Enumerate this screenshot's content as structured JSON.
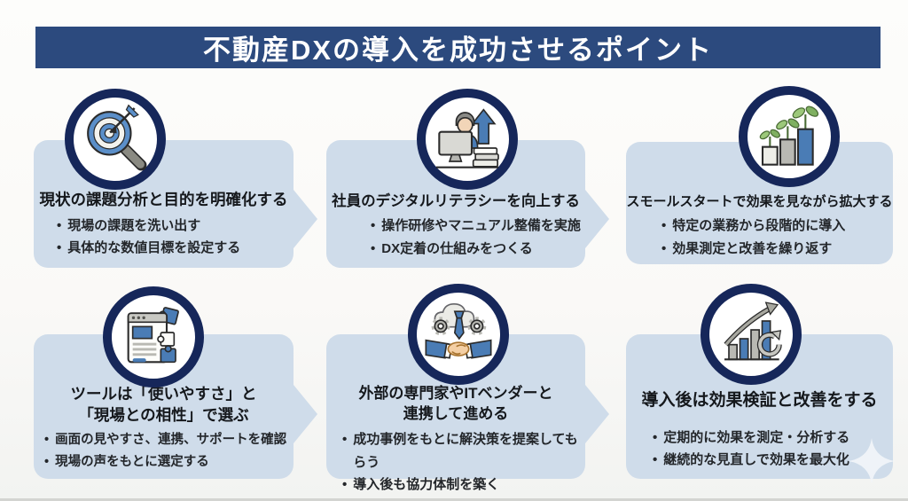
{
  "title": "不動産DXの導入を成功させるポイント",
  "ui": {
    "bullet_marker": "•"
  },
  "colors": {
    "banner_bg": "#2c4a7e",
    "title_text": "#ffffff",
    "card_bg": "#cfdcea",
    "icon_ring": "#16275a",
    "accent_blue": "#4a7cb5",
    "heading_text": "#15181c",
    "bullet_text": "#23262a"
  },
  "cards": [
    {
      "icon": "target-magnifier-icon",
      "h1": "現状の課題分析と目的を明確化する",
      "bullets": [
        "現場の課題を洗い出す",
        "具体的な数値目標を設定する"
      ]
    },
    {
      "icon": "employee-training-icon",
      "h1": "社員のデジタルリテラシーを向上する",
      "bullets": [
        "操作研修やマニュアル整備を実施",
        "DX定着の仕組みをつくる"
      ]
    },
    {
      "icon": "growth-steps-icon",
      "h1": "スモールスタートで効果を見ながら拡大する",
      "bullets": [
        "特定の業務から段階的に導入",
        "効果測定と改善を繰り返す"
      ]
    },
    {
      "icon": "tool-puzzle-icon",
      "h1": "ツールは「使いやすさ」と",
      "h2": "「現場との相性」で選ぶ",
      "bullets": [
        "画面の見やすさ、連携、サポートを確認",
        "現場の声をもとに選定する"
      ]
    },
    {
      "icon": "partnership-handshake-icon",
      "h1": "外部の専門家やITベンダーと",
      "h2": "連携して進める",
      "bullets": [
        "成功事例をもとに解決策を提案してもらう",
        "導入後も協力体制を築く"
      ]
    },
    {
      "icon": "improvement-chart-icon",
      "h1": "導入後は効果検証と改善をする",
      "bullets": [
        "定期的に効果を測定・分析する",
        "継続的な見直しで効果を最大化"
      ]
    }
  ]
}
